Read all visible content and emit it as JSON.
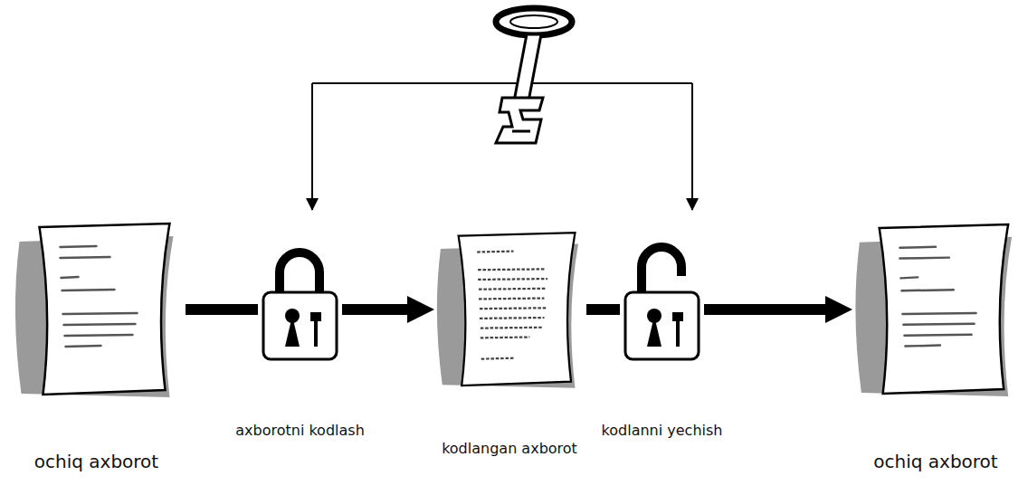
{
  "diagram": {
    "nodes": [
      {
        "text": [
          "ochiq axborot"
        ]
      },
      {
        "text": [
          "axborotni kodlash"
        ]
      },
      {
        "text": [
          "kodlangan axborot"
        ]
      },
      {
        "text": [
          "kodlanni yechish"
        ]
      },
      {
        "text": [
          "ochiq axborot"
        ]
      }
    ],
    "edges": [
      {
        "from": 0,
        "to": 1,
        "arrow": "none"
      },
      {
        "from": 1,
        "to": 2,
        "arrow": "to"
      },
      {
        "from": 2,
        "to": 3,
        "arrow": "none"
      },
      {
        "from": 3,
        "to": 4,
        "arrow": "to"
      }
    ]
  }
}
